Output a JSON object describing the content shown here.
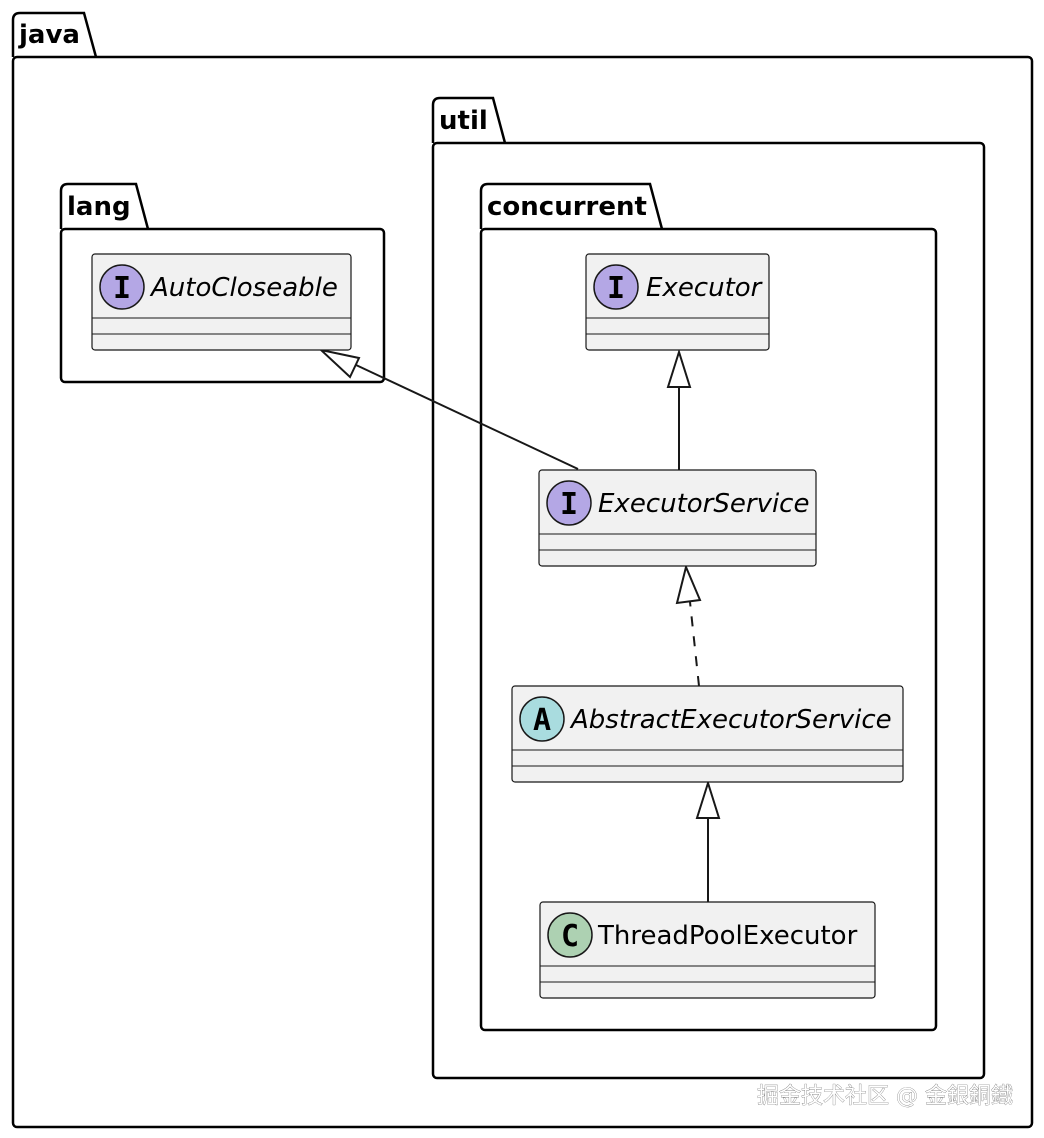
{
  "packages": {
    "java": "java",
    "lang": "lang",
    "util": "util",
    "concurrent": "concurrent"
  },
  "classes": {
    "autocloseable": {
      "kind": "I",
      "name": "AutoCloseable",
      "kind_color": "#b4a7e5"
    },
    "executor": {
      "kind": "I",
      "name": "Executor",
      "kind_color": "#b4a7e5"
    },
    "executorservice": {
      "kind": "I",
      "name": "ExecutorService",
      "kind_color": "#b4a7e5"
    },
    "abstractexecutorservice": {
      "kind": "A",
      "name": "AbstractExecutorService",
      "kind_color": "#a9dcdf"
    },
    "threadpoolexecutor": {
      "kind": "C",
      "name": "ThreadPoolExecutor",
      "kind_color": "#add1b2"
    }
  },
  "relations": [
    {
      "from": "ExecutorService",
      "to": "AutoCloseable",
      "type": "extends"
    },
    {
      "from": "ExecutorService",
      "to": "Executor",
      "type": "extends"
    },
    {
      "from": "AbstractExecutorService",
      "to": "ExecutorService",
      "type": "implements"
    },
    {
      "from": "ThreadPoolExecutor",
      "to": "AbstractExecutorService",
      "type": "extends"
    }
  ],
  "watermark": "掘金技术社区 @ 金銀銅鐵",
  "colors": {
    "class_fill": "#f1f1f1",
    "border": "#000000",
    "class_border": "#181818"
  }
}
